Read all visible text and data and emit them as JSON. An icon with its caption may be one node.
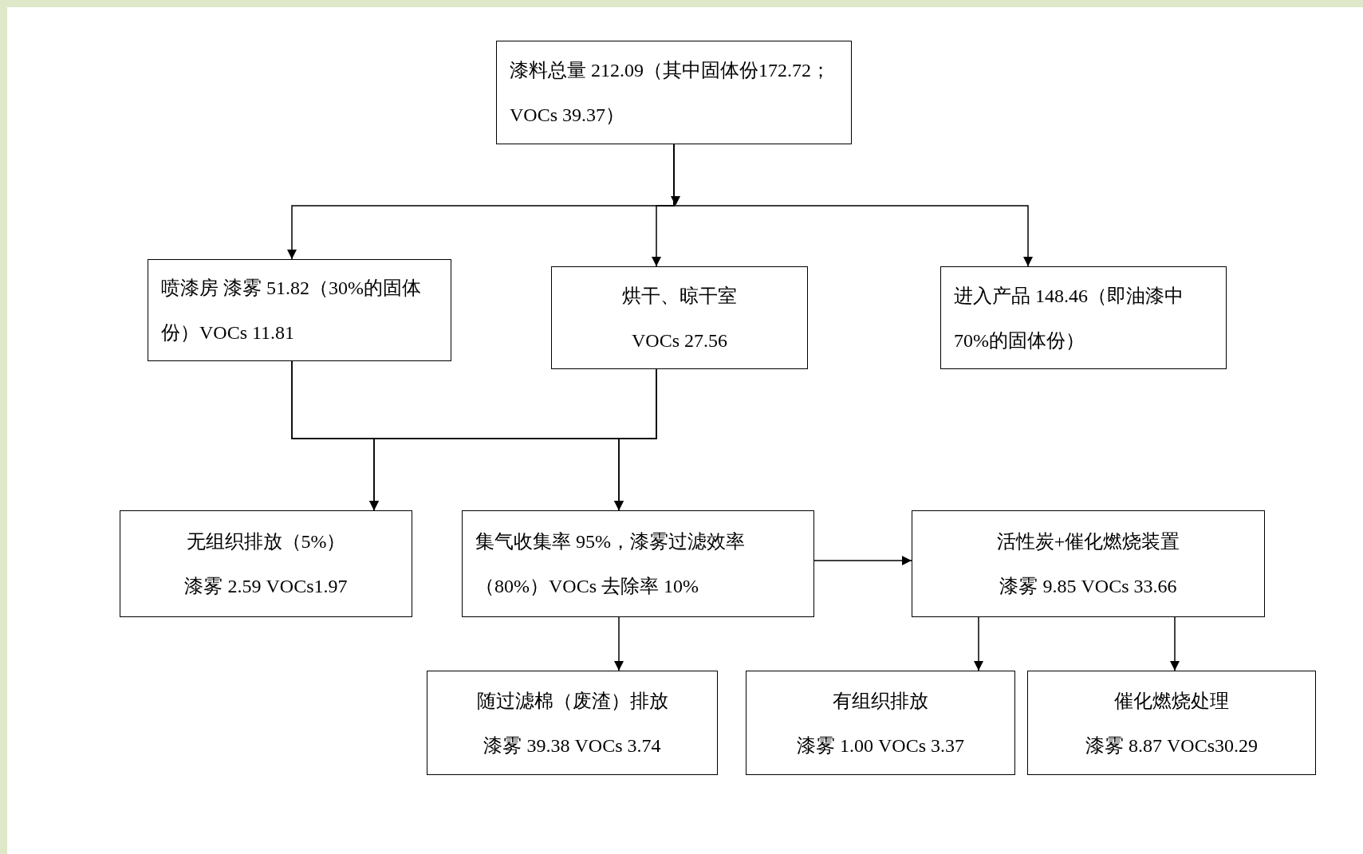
{
  "diagram": {
    "nodes": [
      {
        "text": [
          "漆料总量 212.09（其中固体份172.72；VOCs 39.37）"
        ]
      },
      {
        "text": [
          "喷漆房 漆雾 51.82（30%的固体份）VOCs 11.81"
        ]
      },
      {
        "text": [
          "烘干、晾干室",
          "VOCs 27.56"
        ]
      },
      {
        "text": [
          "进入产品 148.46（即油漆中 70%的固体份）"
        ]
      },
      {
        "text": [
          "无组织排放（5%）",
          "漆雾 2.59 VOCs1.97"
        ]
      },
      {
        "text": [
          "集气收集率 95%，漆雾过滤效率（80%）VOCs 去除率 10%"
        ]
      },
      {
        "text": [
          "活性炭+催化燃烧装置",
          "漆雾 9.85 VOCs 33.66"
        ]
      },
      {
        "text": [
          "随过滤棉（废渣）排放",
          "漆雾 39.38 VOCs 3.74"
        ]
      },
      {
        "text": [
          "有组织排放",
          "漆雾 1.00 VOCs 3.37"
        ]
      },
      {
        "text": [
          "催化燃烧处理",
          "漆雾 8.87 VOCs30.29"
        ]
      }
    ],
    "edges": [
      {
        "from": 0,
        "to": 1,
        "arrow": "to"
      },
      {
        "from": 0,
        "to": 2,
        "arrow": "to"
      },
      {
        "from": 0,
        "to": 3,
        "arrow": "to"
      },
      {
        "from": 1,
        "to": 4,
        "arrow": "to"
      },
      {
        "from": 1,
        "to": 5,
        "arrow": "to"
      },
      {
        "from": 2,
        "to": 4,
        "arrow": "to"
      },
      {
        "from": 2,
        "to": 5,
        "arrow": "to"
      },
      {
        "from": 5,
        "to": 6,
        "arrow": "to"
      },
      {
        "from": 5,
        "to": 7,
        "arrow": "to"
      },
      {
        "from": 6,
        "to": 8,
        "arrow": "to"
      },
      {
        "from": 6,
        "to": 9,
        "arrow": "to"
      }
    ]
  }
}
